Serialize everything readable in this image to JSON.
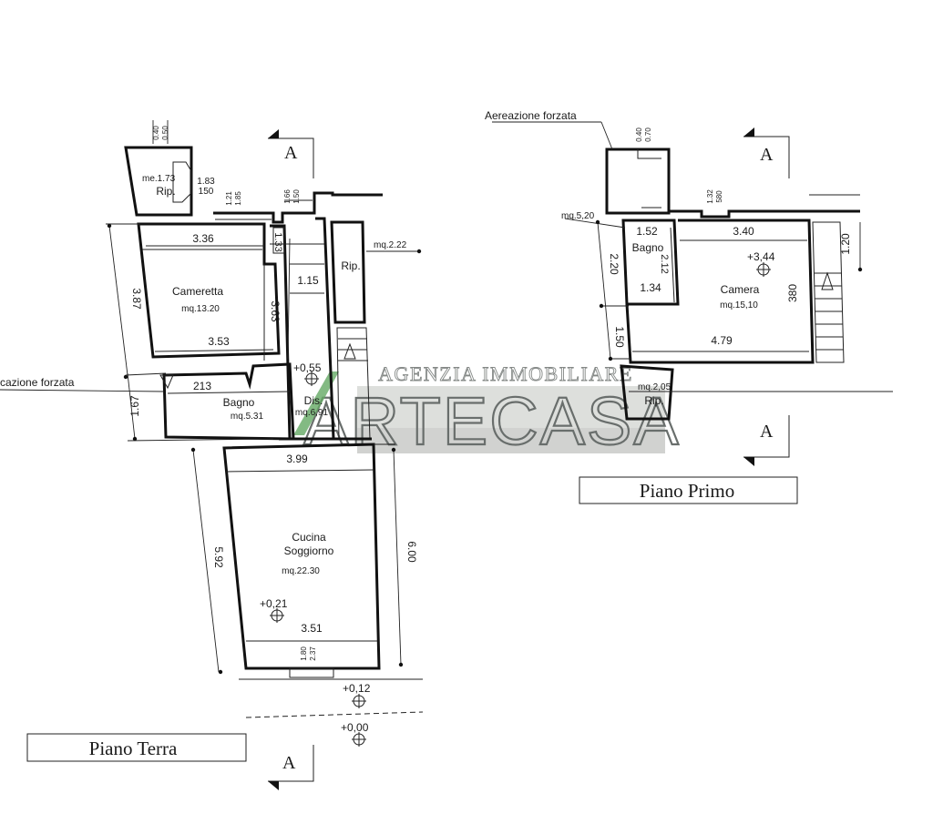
{
  "plans": {
    "ground": {
      "title": "Piano Terra"
    },
    "first": {
      "title": "Piano Primo"
    }
  },
  "section_marker": "A",
  "rooms": {
    "cameretta": {
      "name": "Cameretta",
      "area": "mq.13.20"
    },
    "bagno_terra": {
      "name": "Bagno",
      "area": "mq.5.31"
    },
    "dis": {
      "name": "Dis.",
      "area": "mq.6,91"
    },
    "rip_terra": {
      "name": "Rip.",
      "area": "mq.2.22"
    },
    "rip_esterno": {
      "name": "Rip.",
      "area": "me.1.73"
    },
    "cucina": {
      "name_line1": "Cucina",
      "name_line2": "Soggiorno",
      "area": "mq.22.30"
    },
    "bagno_primo": {
      "name": "Bagno",
      "area": "mq.5,20"
    },
    "camera": {
      "name": "Camera",
      "area": "mq.15,10"
    },
    "rip_primo": {
      "name": "Rip.",
      "area": "mq.2,05"
    }
  },
  "notes": {
    "aerazione_terra": "cazione forzata",
    "aerazione_primo": "Aereazione forzata"
  },
  "elevations": {
    "dis": "+0,55",
    "cucina": "+0,21",
    "esterno_1": "+0,12",
    "esterno_2": "+0,00",
    "camera": "+3,44"
  },
  "dimensions": {
    "cameretta_top": "3.36",
    "cameretta_bottom": "3.53",
    "cameretta_left": "3.87",
    "cameretta_right": "3.63",
    "corridor_width": "1.15",
    "corridor_upper": "1.33",
    "bagno_width": "213",
    "bagno_left": "1.67",
    "cucina_top": "3.99",
    "cucina_bottom": "3.51",
    "cucina_left": "5.92",
    "cucina_right": "6.00",
    "rip_width": "1.83",
    "rip_depth": "150",
    "rip_small_1": "0.40",
    "rip_small_2": "0.50",
    "win_1a": "1.21",
    "win_1b": "1.85",
    "win_2a": "1.66",
    "win_2b": "1.50",
    "win_3a": "1.80",
    "win_3b": "2.37",
    "bagno_primo_width": "1.52",
    "bagno_primo_height": "2.12",
    "bagno_primo_lower": "1.34",
    "first_left_upper": "2.20",
    "first_left_lower": "1.50",
    "camera_top": "3.40",
    "camera_bottom": "4.79",
    "camera_right": "380",
    "stair_top": "1.20",
    "win_4a": "0.40",
    "win_4b": "0.70",
    "win_5a": "1.32",
    "win_5b": "580"
  },
  "watermark": {
    "agency": "AGENZIA IMMOBILIARE",
    "brand": "ARTECASA"
  }
}
